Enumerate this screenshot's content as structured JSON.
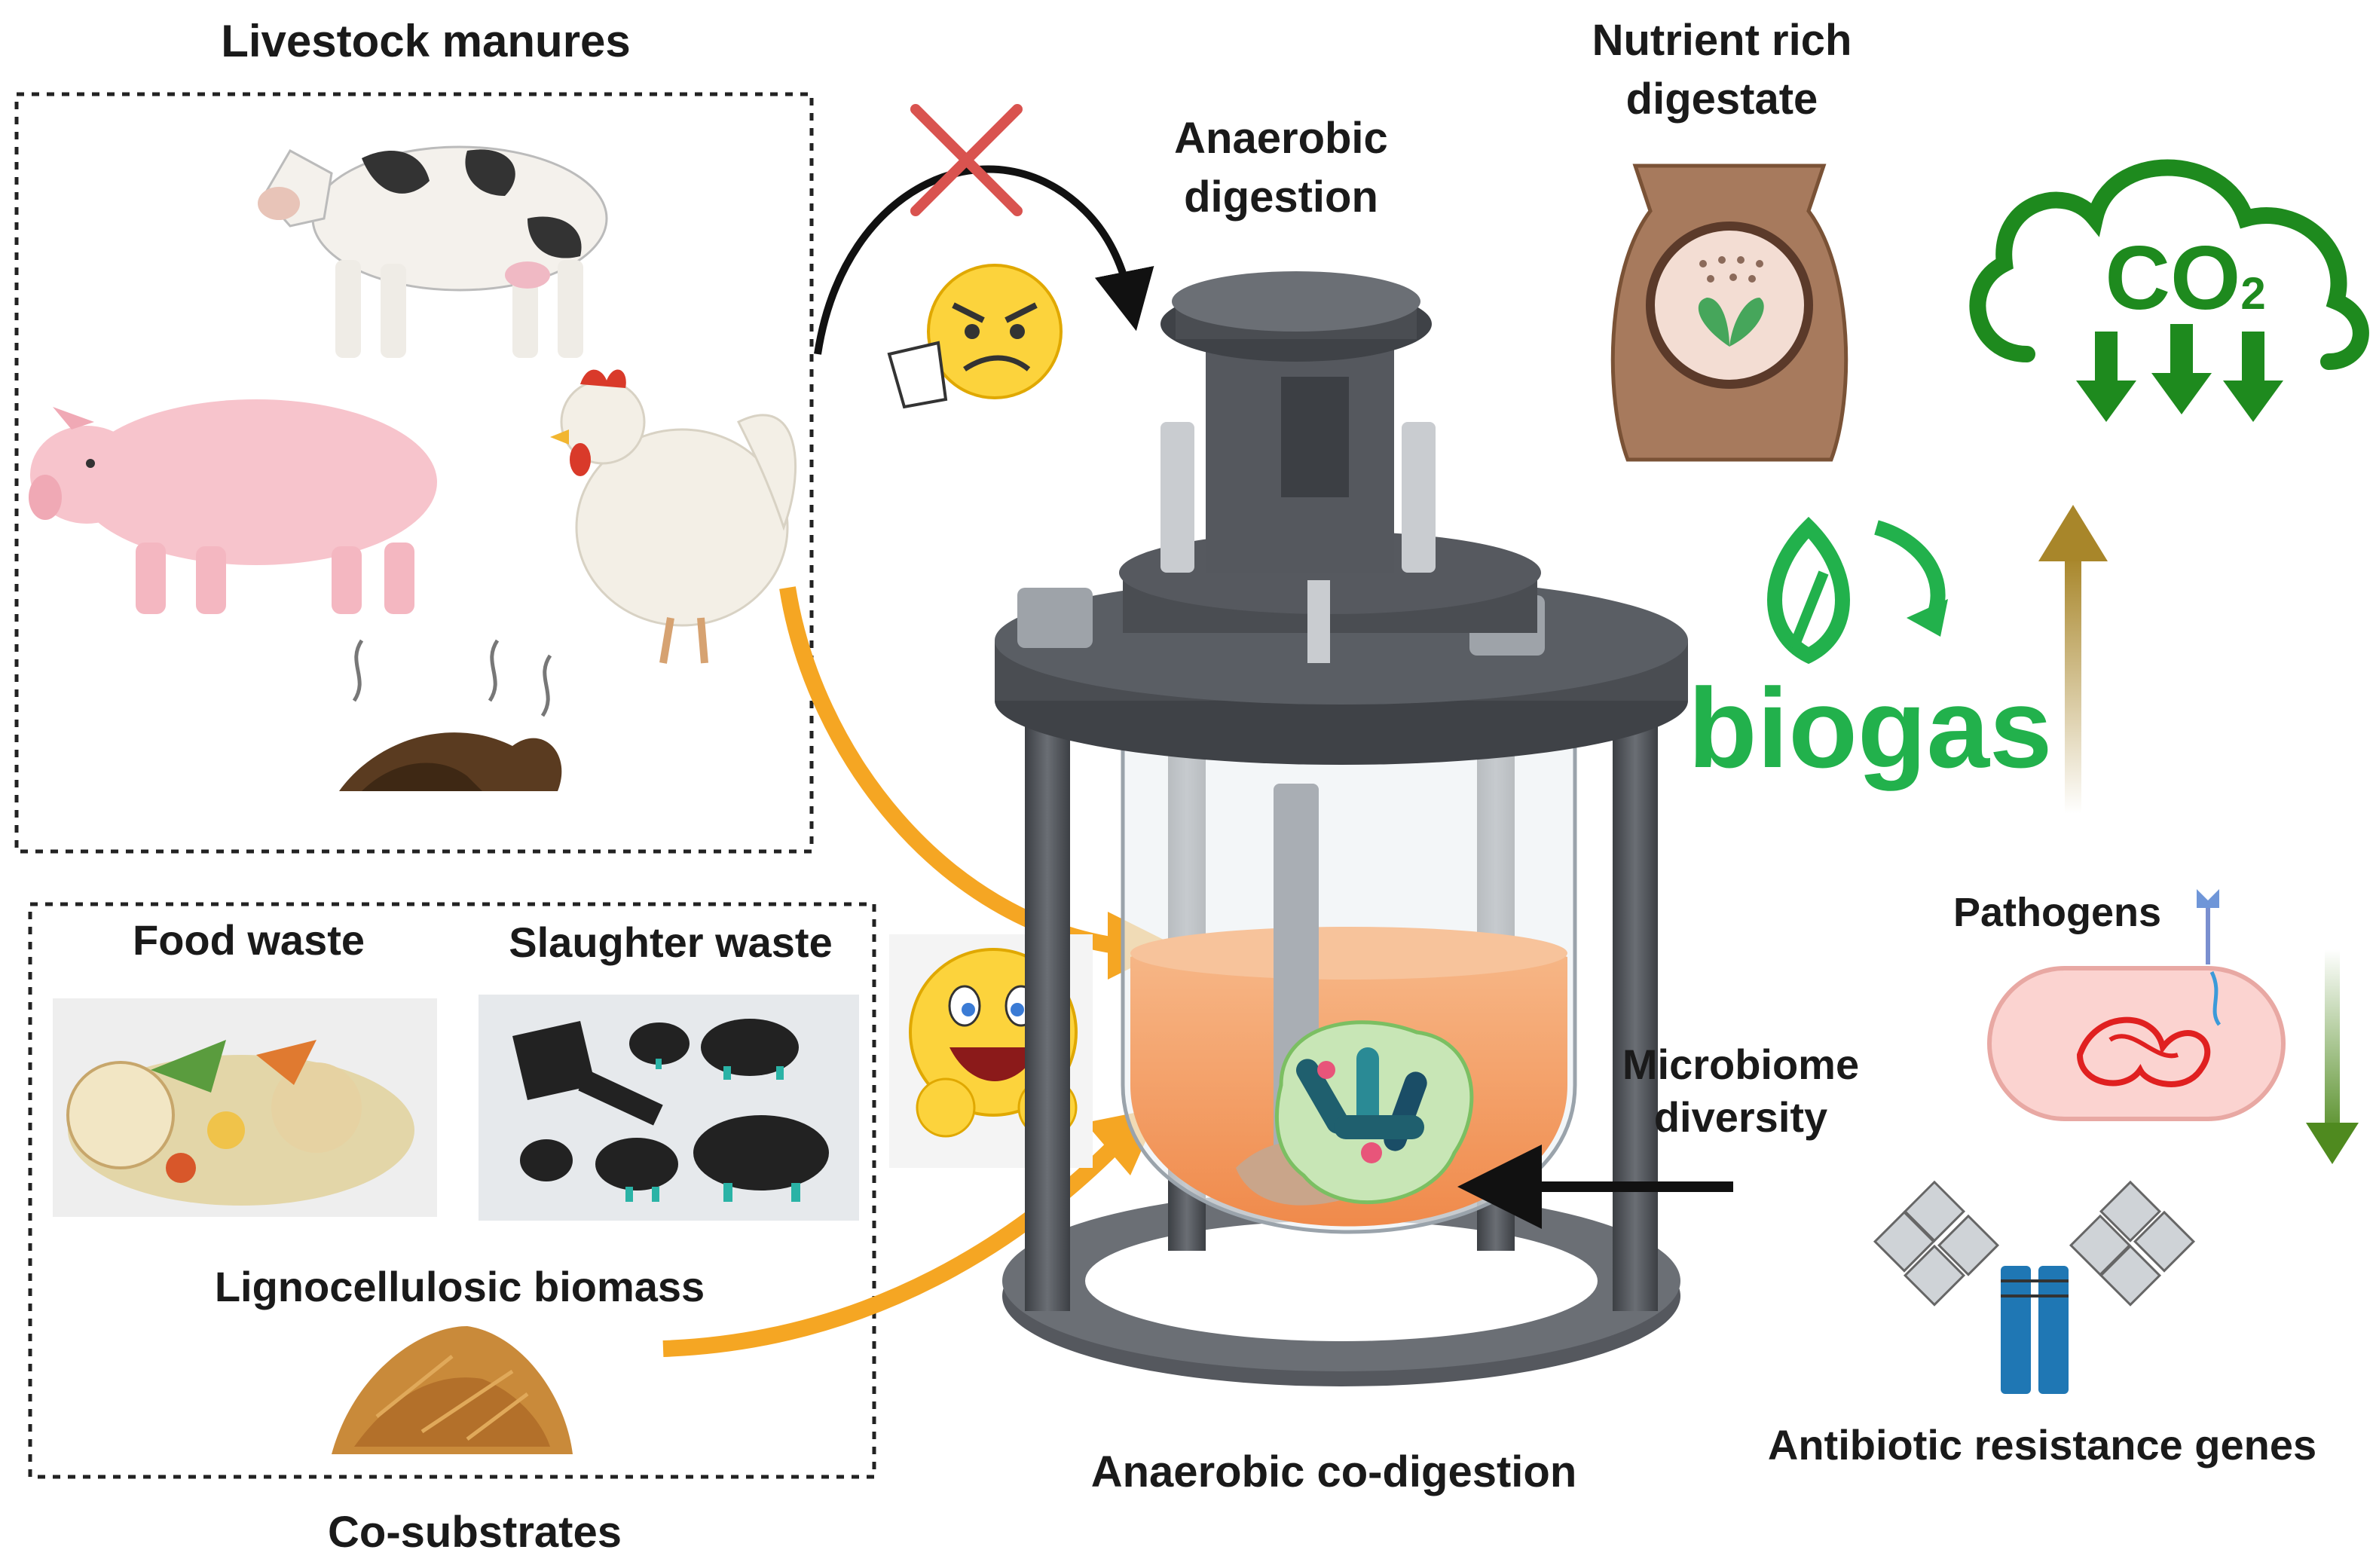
{
  "labels": {
    "livestock_manures": "Livestock manures",
    "anaerobic_digestion_1": "Anaerobic",
    "anaerobic_digestion_2": "digestion",
    "nutrient_rich_1": "Nutrient rich",
    "nutrient_rich_2": "digestate",
    "co2_main": "CO",
    "co2_sub": "2",
    "biogas": "biogas",
    "pathogens": "Pathogens",
    "microbiome_1": "Microbiome",
    "microbiome_2": "diversity",
    "food_waste": "Food waste",
    "slaughter_waste": "Slaughter waste",
    "lignocellulosic": "Lignocellulosic biomass",
    "co_digestion": "Anaerobic co-digestion",
    "co_substrates": "Co-substrates",
    "arg": "Antibiotic resistance genes"
  },
  "colors": {
    "orange_arrow": "#f5a623",
    "biogas_green": "#22b14c",
    "co2_green": "#1e8a1e",
    "up_arrow": "#a8862a",
    "down_arrow": "#4f8a1f",
    "reactor_dark": "#4a4d52",
    "liquid": "#f4a46a",
    "cross_red": "#d9534f"
  },
  "icons": [
    "cow-icon",
    "pig-icon",
    "chicken-icon",
    "manure-pile-icon",
    "angry-emoji-icon",
    "happy-emoji-icon",
    "digestate-bag-icon",
    "co2-cloud-icon",
    "biogas-leaf-icon",
    "bacterium-icon",
    "antibody-icon",
    "bioreactor-icon",
    "cleaver-icon",
    "hay-pile-icon"
  ]
}
